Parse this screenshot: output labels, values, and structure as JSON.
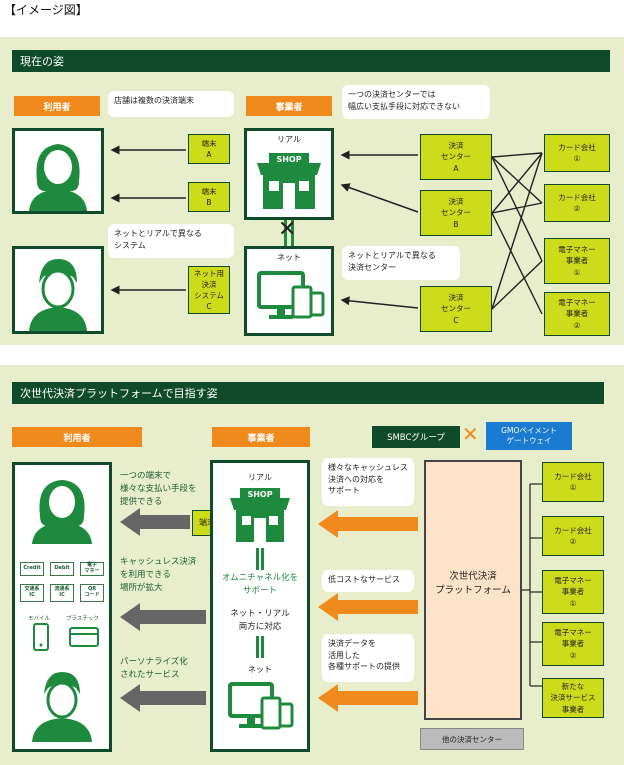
{
  "header_label": "【イメージ図】",
  "current": {
    "title": "現在の姿",
    "user_label": "利用者",
    "merchant_label": "事業者",
    "bubble_terminals": "店舗は複数の決済端末",
    "bubble_centers": "一つの決済センターでは\n幅広い支払手段に対応できない",
    "bubble_net_real": "ネットとリアルで異なる\nシステム",
    "bubble_net_centers": "ネットとリアルで異なる\n決済センター",
    "terminal_a": "端末\nA",
    "terminal_b": "端末\nB",
    "net_system_c": "ネット用\n決済\nシステム\nC",
    "real_label": "リアル",
    "shop_sign": "SHOP",
    "net_label": "ネット",
    "center_a": "決済\nセンター\nA",
    "center_b": "決済\nセンター\nB",
    "center_c": "決済\nセンター\nC",
    "card_company_1": "カード会社\n①",
    "card_company_2": "カード会社\n②",
    "emoney_1": "電子マネー\n事業者\n①",
    "emoney_2": "電子マネー\n事業者\n②"
  },
  "future": {
    "title": "次世代決済プラットフォームで目指す姿",
    "user_label": "利用者",
    "merchant_label": "事業者",
    "smbc_label": "SMBCグループ",
    "gmo_label": "GMOペイメント\nゲートウェイ",
    "terminal": "端末",
    "real_label": "リアル",
    "shop_sign": "SHOP",
    "omni": "オムニチャネル化を\nサポート",
    "net_real": "ネット・リアル\n両方に対応",
    "net_label": "ネット",
    "platform": "次世代決済\nプラットフォーム",
    "other_center": "他の決済センター",
    "text_single_terminal": "一つの端末で\n様々な支払い手段を\n提供できる",
    "text_cashless": "キャッシュレス決済\nを利用できる\n場所が拡大",
    "text_personalized": "パーソナライズ化\nされたサービス",
    "bubble_cashless_support": "様々なキャッシュレス\n決済への対応を\nサポート",
    "bubble_low_cost": "低コストなサービス",
    "bubble_data": "決済データを\n活用した\n各種サポートの提供",
    "pay_cards": [
      "Credit",
      "Debit",
      "電子\nマネー",
      "交通系\nIC",
      "流通系\nIC",
      "QR\nコード"
    ],
    "mobile_label": "モバイル",
    "plastic_label": "プラスチック",
    "card_company_1": "カード会社\n①",
    "card_company_2": "カード会社\n②",
    "emoney_1": "電子マネー\n事業者\n①",
    "emoney_2": "電子マネー\n事業者\n②",
    "new_service": "新たな\n決済サービス\n事業者"
  },
  "colors": {
    "dark_green": "#0f4a2a",
    "green": "#1e8a3e",
    "orange": "#f08a1c",
    "lime": "#cddc1a",
    "panel": "#e8eecc",
    "platform": "#fde3c8",
    "gray_arrow": "#666666"
  }
}
